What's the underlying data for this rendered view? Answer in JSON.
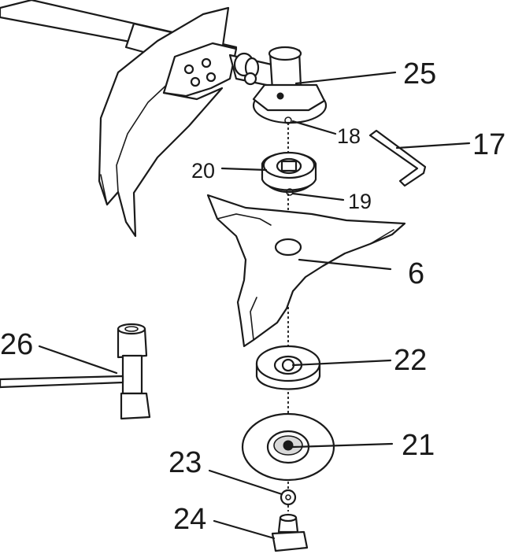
{
  "callouts": {
    "c25": "25",
    "c18": "18",
    "c17": "17",
    "c20": "20",
    "c19": "19",
    "c6": "6",
    "c26": "26",
    "c22": "22",
    "c21": "21",
    "c23": "23",
    "c24": "24"
  },
  "colors": {
    "ink": "#1a1a1a",
    "paper": "#ffffff"
  }
}
